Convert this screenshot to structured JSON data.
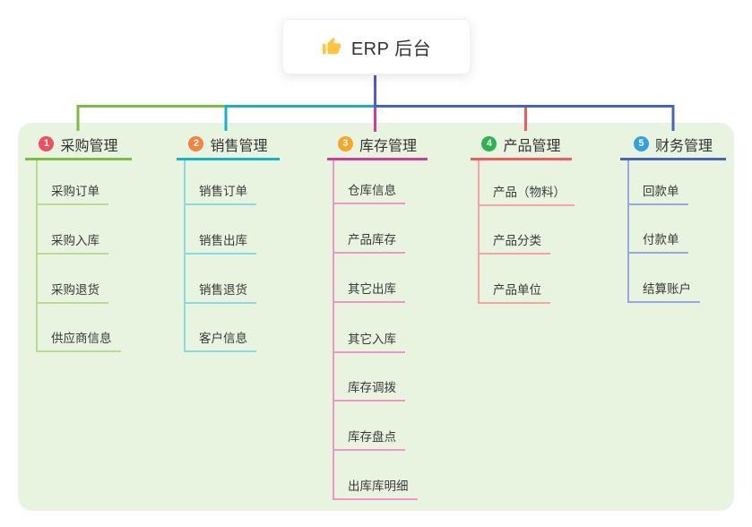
{
  "root": {
    "label": "ERP 后台",
    "icon": "thumbs-up",
    "connector_color": "#4F5BC8"
  },
  "panel_bg": "#E8F4E0",
  "branches": [
    {
      "num": "1",
      "label": "采购管理",
      "color": "#7CBE3F",
      "light": "#B5DC92",
      "circle": "#F04F5F",
      "items": [
        "采购订单",
        "采购入库",
        "采购退货",
        "供应商信息"
      ]
    },
    {
      "num": "2",
      "label": "销售管理",
      "color": "#13B5C4",
      "light": "#86DCE2",
      "circle": "#F5823E",
      "items": [
        "销售订单",
        "销售出库",
        "销售退货",
        "客户信息"
      ]
    },
    {
      "num": "3",
      "label": "库存管理",
      "color": "#D33B9B",
      "light": "#F096C6",
      "circle": "#F6A62A",
      "items": [
        "仓库信息",
        "产品库存",
        "其它出库",
        "其它入库",
        "库存调拨",
        "库存盘点",
        "出库库明细"
      ]
    },
    {
      "num": "4",
      "label": "产品管理",
      "color": "#F15B5B",
      "light": "#F7A3A3",
      "circle": "#2EB350",
      "items": [
        "产品（物料）",
        "产品分类",
        "产品单位"
      ]
    },
    {
      "num": "5",
      "label": "财务管理",
      "color": "#4365BF",
      "light": "#93AADF",
      "circle": "#34A0DE",
      "items": [
        "回款单",
        "付款单",
        "结算账户"
      ]
    }
  ]
}
